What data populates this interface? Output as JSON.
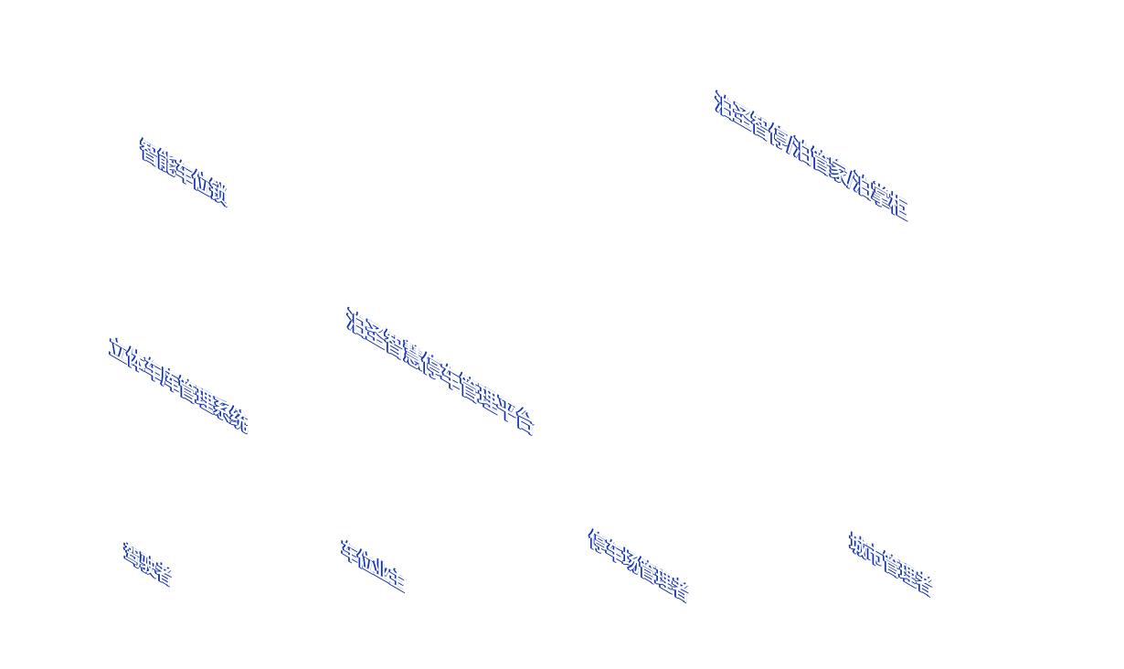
{
  "labels": {
    "smart_lock": "智能车位锁",
    "brand_apps": "泊圣智停/泊管家/泊掌柜",
    "garage_system": "立体车库管理系统",
    "platform": "泊圣智慧停车管理平台",
    "driver": "驾驶者",
    "space_owner": "车位业主",
    "lot_manager": "停车场管理者",
    "city_manager": "城市管理者"
  },
  "colors": {
    "text_face": "#ffffff",
    "text_extrude": "#1233b4",
    "background": "#ffffff"
  }
}
